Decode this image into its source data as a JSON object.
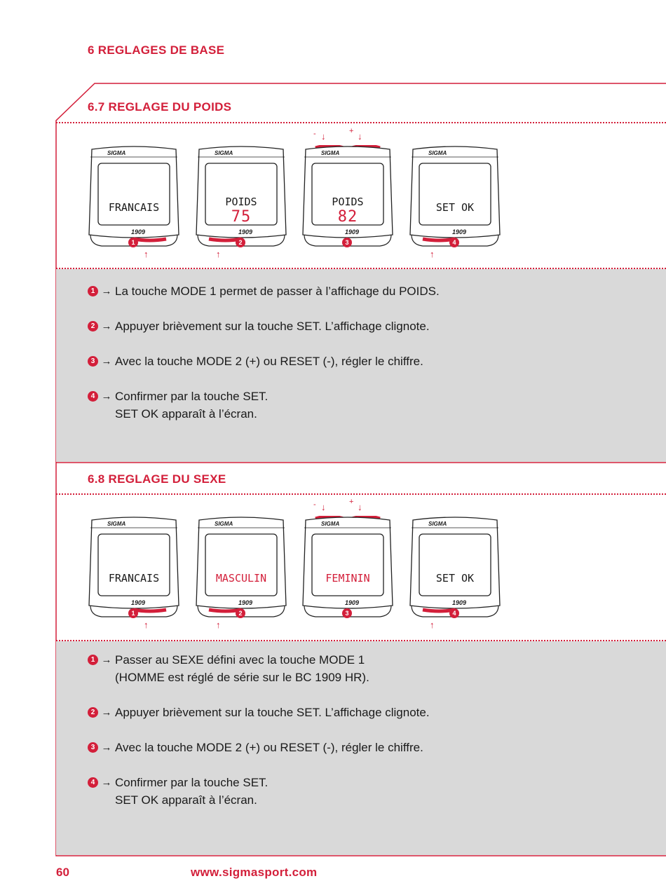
{
  "chapter_title": "6 REGLAGES DE BASE",
  "colors": {
    "accent": "#d31f3a",
    "panel": "#d9d9d9"
  },
  "icons": {
    "step_arrow": "right-arrow-icon",
    "button_press": "up-arrow-icon"
  },
  "device": {
    "brand": "SIGMA",
    "model": "1909"
  },
  "section_weight": {
    "title": "6.7 REGLAGE DU POIDS",
    "screens": [
      {
        "line1": "FRANCAIS",
        "line2": "",
        "badge": "1"
      },
      {
        "line1": "POIDS",
        "line2": "75",
        "badge": "2"
      },
      {
        "line1": "POIDS",
        "line2": "82",
        "badge": "3"
      },
      {
        "line1": "SET OK",
        "line2": "",
        "badge": "4"
      }
    ],
    "minus": "-",
    "plus": "+",
    "steps": [
      {
        "num": "1",
        "lines": [
          "La touche MODE 1 permet de passer à l’affichage du POIDS."
        ]
      },
      {
        "num": "2",
        "lines": [
          "Appuyer brièvement sur la touche SET. L’affichage clignote."
        ]
      },
      {
        "num": "3",
        "lines": [
          "Avec la touche MODE 2 (+) ou RESET (-), régler le chiffre."
        ]
      },
      {
        "num": "4",
        "lines": [
          "Confirmer par la touche SET.",
          "SET OK apparaît à l’écran."
        ]
      }
    ]
  },
  "section_sex": {
    "title": "6.8 REGLAGE DU SEXE",
    "screens": [
      {
        "line1": "FRANCAIS",
        "badge": "1"
      },
      {
        "line1": "MASCULIN",
        "badge": "2"
      },
      {
        "line1": "FEMININ",
        "badge": "3"
      },
      {
        "line1": "SET OK",
        "badge": "4"
      }
    ],
    "minus": "-",
    "plus": "+",
    "steps": [
      {
        "num": "1",
        "lines": [
          "Passer au SEXE défini avec la touche MODE 1",
          "(HOMME est réglé de série sur le BC 1909 HR)."
        ]
      },
      {
        "num": "2",
        "lines": [
          "Appuyer brièvement sur la touche SET. L’affichage clignote."
        ]
      },
      {
        "num": "3",
        "lines": [
          "Avec la touche MODE 2 (+) ou RESET (-), régler le chiffre."
        ]
      },
      {
        "num": "4",
        "lines": [
          "Confirmer par la touche SET.",
          "SET OK apparaît à l’écran."
        ]
      }
    ]
  },
  "footer": {
    "page_number": "60",
    "url": "www.sigmasport.com"
  }
}
